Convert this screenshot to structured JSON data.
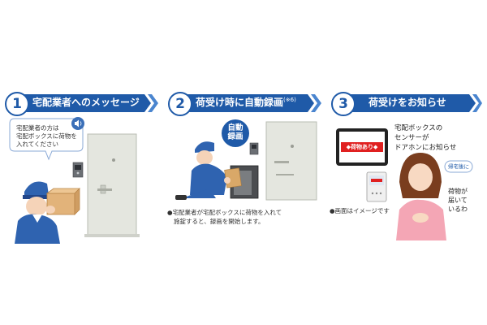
{
  "steps": [
    {
      "number": "1",
      "title": "宅配業者へのメッセージ"
    },
    {
      "number": "2",
      "title": "荷受け時に自動録画",
      "title_note": "(※6)"
    },
    {
      "number": "3",
      "title": "荷受けをお知らせ"
    }
  ],
  "panel1": {
    "bubble_lines": [
      "宅配業者の方は",
      "宅配ボックスに荷物を",
      "入れてください"
    ]
  },
  "panel2": {
    "badge_lines": [
      "自動",
      "録画"
    ],
    "caption_lines": [
      "●宅配業者が宅配ボックスに荷物を入れて",
      "施錠すると、録画を開始します。"
    ]
  },
  "panel3": {
    "monitor_label": "◆荷物あり◆",
    "notice_lines": [
      "宅配ボックスの",
      "センサーが",
      "ドアホンにお知らせ"
    ],
    "bubble_return": "帰宅後に",
    "woman_lines": [
      "荷物が",
      "届いて",
      "いるわ"
    ],
    "caption": "●画面はイメージです"
  },
  "colors": {
    "header_blue": "#1f5aa8",
    "header_light": "#4a85cf",
    "door": "#e4e6df",
    "red": "#e02020"
  }
}
